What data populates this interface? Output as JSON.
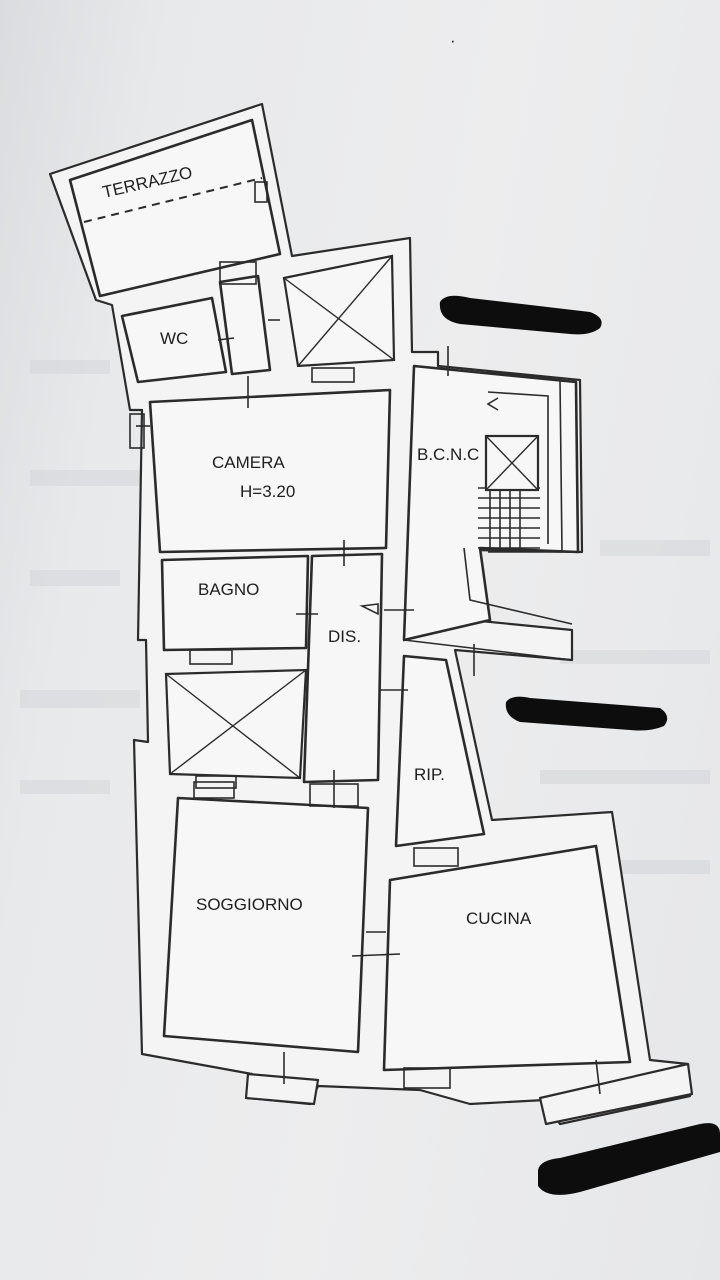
{
  "rooms": {
    "terrazzo": "TERRAZZO",
    "wc": "WC",
    "camera": "CAMERA",
    "camera_height": "H=3.20",
    "bcnc": "B.C.N.C",
    "bagno": "BAGNO",
    "dis": "DIS.",
    "rip": "RIP.",
    "soggiorno": "SOGGIORNO",
    "cucina": "CUCINA"
  },
  "colors": {
    "paper": "#ececed",
    "ink": "#2b2b2b",
    "redaction": "#0d0d0d"
  }
}
